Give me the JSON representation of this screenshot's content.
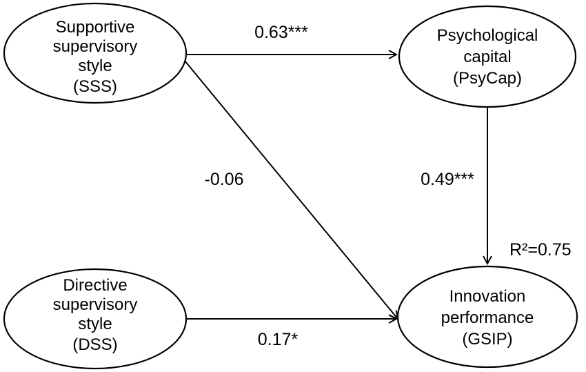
{
  "nodes": {
    "sss": {
      "lines": [
        "Supportive",
        "supervisory",
        "style",
        "(SSS)"
      ]
    },
    "psycap": {
      "lines": [
        "Psychological",
        "capital",
        "(PsyCap)"
      ]
    },
    "dss": {
      "lines": [
        "Directive",
        "supervisory",
        "style",
        "(DSS)"
      ]
    },
    "gsip": {
      "lines": [
        "Innovation",
        "performance",
        "(GSIP)"
      ]
    }
  },
  "edges": {
    "sss_psycap": "0.63***",
    "sss_gsip": "-0.06",
    "psycap_gsip": "0.49***",
    "dss_gsip": "0.17*"
  },
  "r_squared": "R²=0.75"
}
